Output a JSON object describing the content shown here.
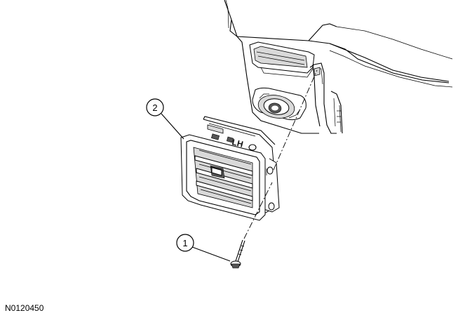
{
  "figure": {
    "code": "N0120450"
  },
  "callouts": [
    {
      "number": "1",
      "part": "screw"
    },
    {
      "number": "2",
      "part": "air-register-vent"
    }
  ],
  "stamp": {
    "text": "LH"
  },
  "colors": {
    "line": "#000000",
    "shade": "#d9d9d9",
    "dark": "#555555",
    "background": "#ffffff"
  }
}
